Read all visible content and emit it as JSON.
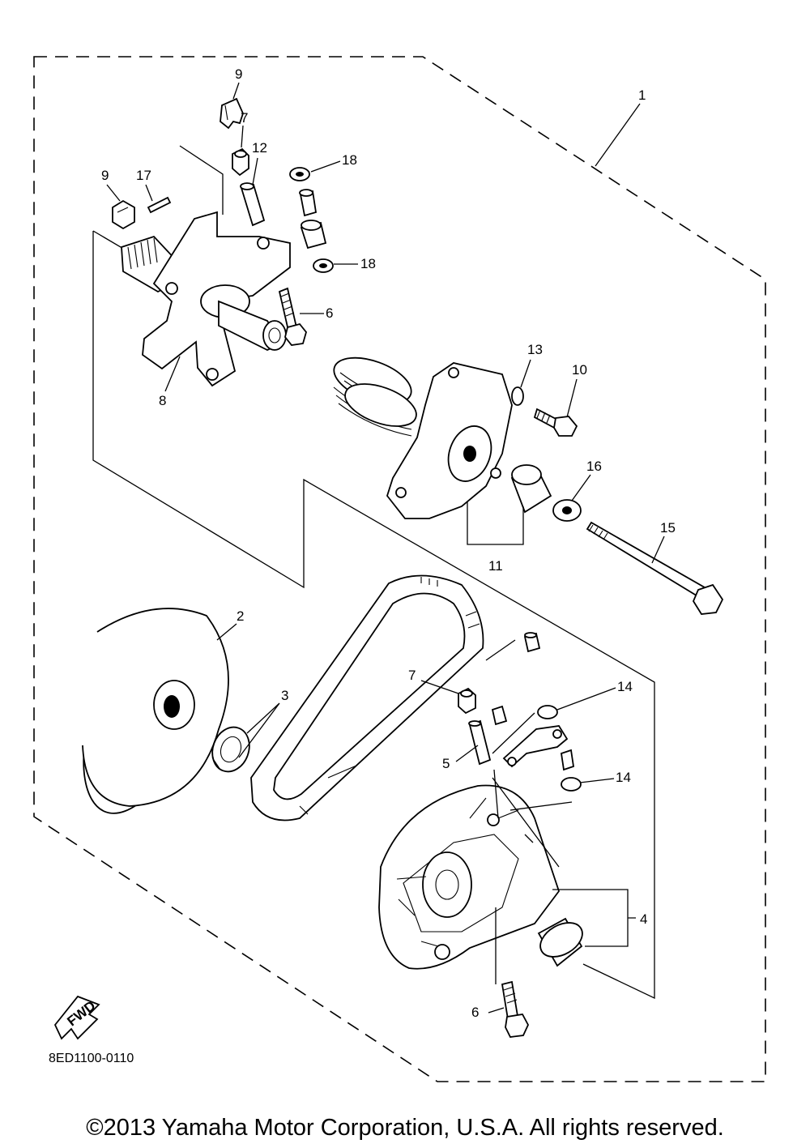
{
  "diagram": {
    "callouts": [
      {
        "id": "c1",
        "label": "1"
      },
      {
        "id": "c2",
        "label": "2"
      },
      {
        "id": "c3",
        "label": "3"
      },
      {
        "id": "c4",
        "label": "4"
      },
      {
        "id": "c5",
        "label": "5"
      },
      {
        "id": "c6a",
        "label": "6"
      },
      {
        "id": "c6b",
        "label": "6"
      },
      {
        "id": "c7a",
        "label": "7"
      },
      {
        "id": "c7b",
        "label": "7"
      },
      {
        "id": "c8",
        "label": "8"
      },
      {
        "id": "c9a",
        "label": "9"
      },
      {
        "id": "c9b",
        "label": "9"
      },
      {
        "id": "c10",
        "label": "10"
      },
      {
        "id": "c11",
        "label": "11"
      },
      {
        "id": "c12",
        "label": "12"
      },
      {
        "id": "c13",
        "label": "13"
      },
      {
        "id": "c14a",
        "label": "14"
      },
      {
        "id": "c14b",
        "label": "14"
      },
      {
        "id": "c15",
        "label": "15"
      },
      {
        "id": "c16",
        "label": "16"
      },
      {
        "id": "c17",
        "label": "17"
      },
      {
        "id": "c18a",
        "label": "18"
      },
      {
        "id": "c18b",
        "label": "18"
      }
    ],
    "direction_badge": "FWD",
    "part_code": "8ED1100-0110"
  },
  "footer": {
    "copyright": "©2013 Yamaha Motor Corporation, U.S.A. All rights reserved."
  }
}
